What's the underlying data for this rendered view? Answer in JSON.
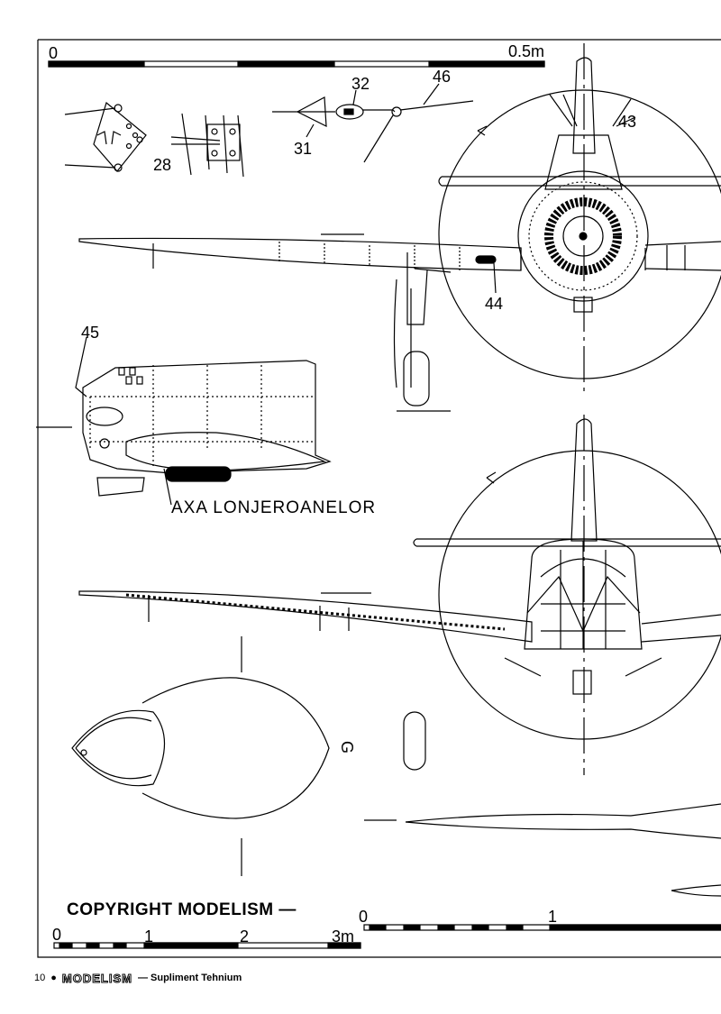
{
  "top_scale": {
    "zero": "0",
    "end": "0.5m"
  },
  "bottom_scale_left": {
    "zero": "0",
    "one": "1",
    "two": "2",
    "three": "3m"
  },
  "bottom_scale_right": {
    "zero": "0",
    "one": "1"
  },
  "callouts": {
    "c28": "28",
    "c31": "31",
    "c32": "32",
    "c46": "46",
    "c43": "43",
    "c44": "44",
    "c45": "45",
    "section_g": "G"
  },
  "caption_spar_axis": "AXA LONJEROANELOR",
  "copyright": "COPYRIGHT MODELISM —",
  "footer": {
    "page_number": "10",
    "brand": "MODELISM",
    "subtitle": "— Supliment Tehnium"
  },
  "colors": {
    "ink": "#000000",
    "paper": "#ffffff"
  }
}
